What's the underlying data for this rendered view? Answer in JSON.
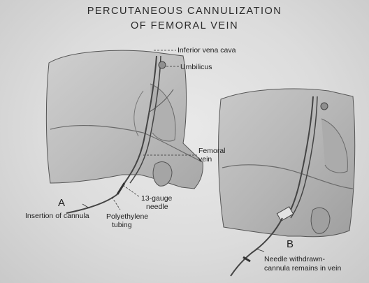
{
  "title": {
    "line1": "PERCUTANEOUS CANNULIZATION",
    "line2": "OF FEMORAL VEIN"
  },
  "panel_a": {
    "letter": "A",
    "caption": "Insertion of cannula",
    "labels": {
      "inferior_vena_cava": "Inferior vena cava",
      "umbilicus": "Umbilicus",
      "femoral_vein_1": "Femoral",
      "femoral_vein_2": "vein",
      "needle_1": "13-gauge",
      "needle_2": "needle",
      "tubing_1": "Polyethylene",
      "tubing_2": "tubing"
    }
  },
  "panel_b": {
    "letter": "B",
    "caption_1": "Needle withdrawn-",
    "caption_2": "cannula remains in vein"
  }
}
